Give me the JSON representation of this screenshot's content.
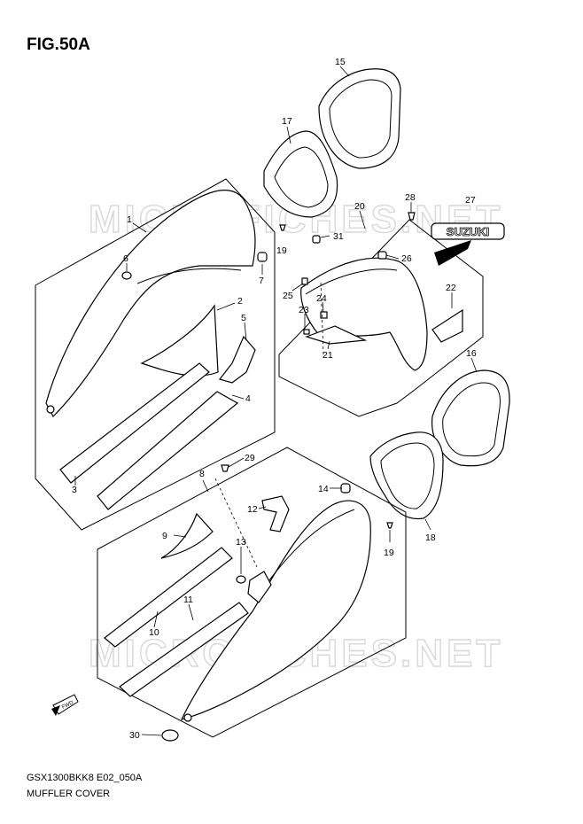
{
  "figure": {
    "title": "FIG.50A",
    "model_code": "GSX1300BKK8 E02_050A",
    "section_name": "MUFFLER COVER"
  },
  "watermarks": [
    "MICROFICHES.NET",
    "MICROFICHES.NET"
  ],
  "emblem_text": "SUZUKI",
  "fwd_label": "FWD",
  "callouts": [
    "1",
    "2",
    "3",
    "4",
    "5",
    "6",
    "7",
    "8",
    "9",
    "10",
    "11",
    "12",
    "13",
    "14",
    "15",
    "16",
    "17",
    "18",
    "19",
    "19",
    "20",
    "21",
    "22",
    "23",
    "24",
    "25",
    "26",
    "27",
    "28",
    "29",
    "30",
    "31"
  ]
}
